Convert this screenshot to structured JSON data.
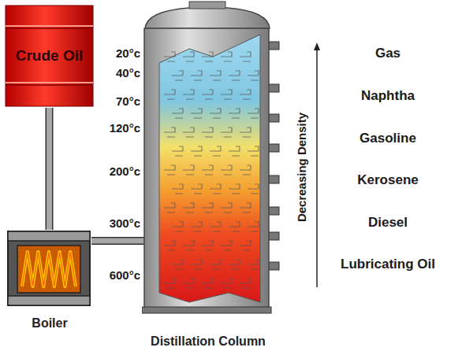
{
  "diagram": {
    "nodes": [
      {
        "text": [
          "Crude Oil"
        ]
      },
      {
        "text": [
          "Boiler"
        ]
      },
      {
        "text": [
          "Distillation Column"
        ]
      }
    ],
    "edges": [
      {
        "from": 0,
        "to": 1,
        "arrow": "none"
      },
      {
        "from": 1,
        "to": 2,
        "arrow": "none"
      }
    ],
    "labels": [
      "20°c",
      "40°c",
      "70°c",
      "120°c",
      "200°c",
      "300°c",
      "600°c",
      "Gas",
      "Naphtha",
      "Gasoline",
      "Kerosene",
      "Diesel",
      "Lubricating Oil",
      "Decreasing Density"
    ]
  }
}
